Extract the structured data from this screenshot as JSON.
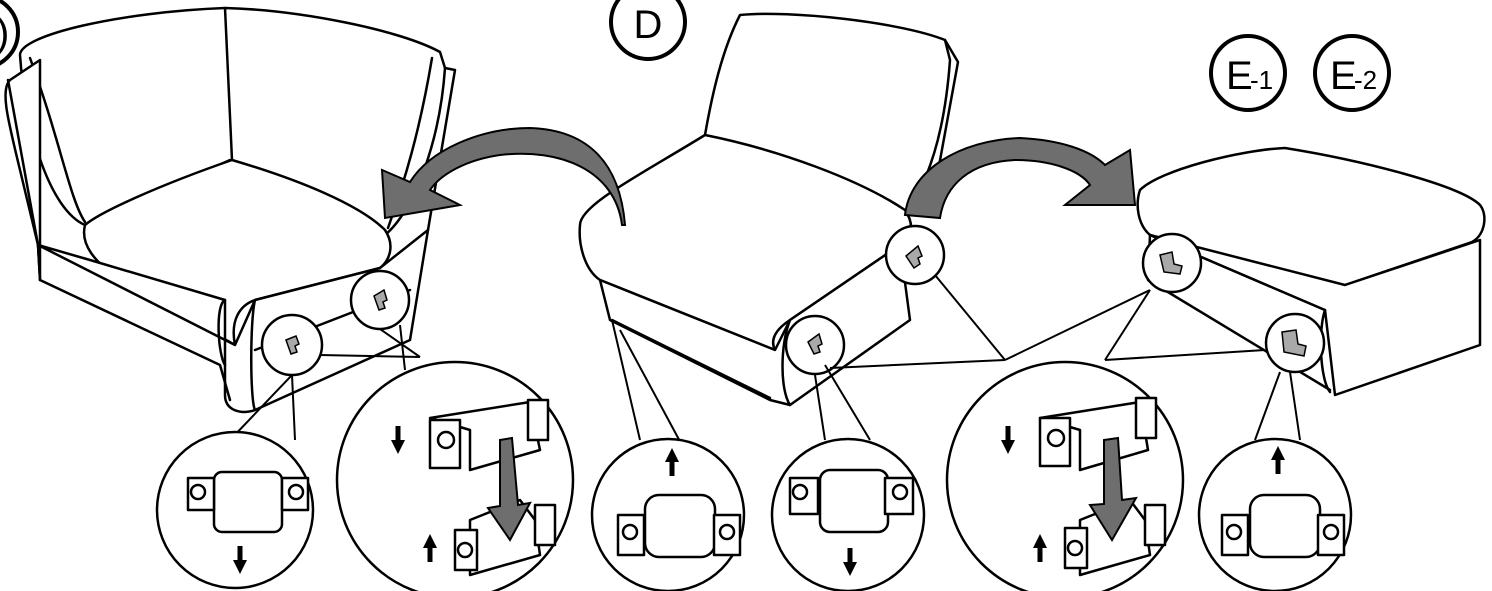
{
  "labels": {
    "left_partial": ")",
    "d": "D",
    "e1_main": "E",
    "e1_sub": "-1",
    "e2_main": "E",
    "e2_sub": "-2"
  },
  "colors": {
    "line": "#000000",
    "arrow_fill": "#6e6e6e",
    "clip_fill": "#a9a9a9",
    "background": "#ffffff"
  },
  "icons": [
    "up-arrow-icon",
    "down-arrow-icon",
    "connector-clip-icon",
    "swap-arrow-icon"
  ]
}
